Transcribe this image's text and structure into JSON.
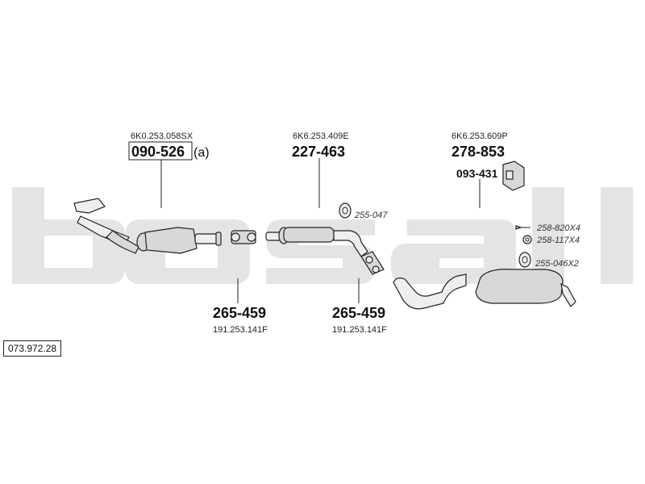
{
  "diagram_code": "073.972.28",
  "brand_watermark": "bosal",
  "callouts": {
    "catalytic_converter": {
      "oem": "6K0.253.058SX",
      "part": "090-526",
      "suffix": "(a)"
    },
    "front_pipe": {
      "oem": "6K6.253.409E",
      "part": "227-463"
    },
    "rear_silencer": {
      "oem": "6K6.253.609P",
      "part": "278-853"
    },
    "mounting_bracket": {
      "part": "093-431"
    },
    "clamp_left": {
      "part": "265-459",
      "oem": "191.253.141F"
    },
    "clamp_right": {
      "part": "265-459",
      "oem": "191.253.141F"
    }
  },
  "accessories": {
    "gasket_front": "255-047",
    "bolt": "258-820X4",
    "washer": "258-117X4",
    "rubber_mount": "255-046X2"
  }
}
